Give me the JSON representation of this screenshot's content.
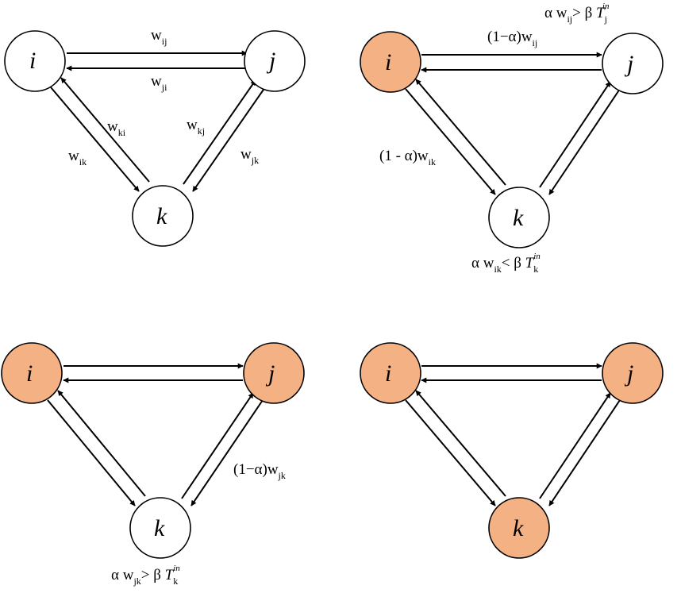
{
  "colors": {
    "activated": "#f4b183",
    "inactive": "#ffffff",
    "stroke": "#000000"
  },
  "panels": [
    {
      "nodes": {
        "i": "i",
        "j": "j",
        "k": "k"
      },
      "activated": [],
      "edge_labels": {
        "ij": {
          "base": "w",
          "sub": "ij"
        },
        "ji": {
          "base": "w",
          "sub": "ji"
        },
        "ki": {
          "base": "w",
          "sub": "ki"
        },
        "ik": {
          "base": "w",
          "sub": "ik"
        },
        "kj": {
          "base": "w",
          "sub": "kj"
        },
        "jk": {
          "base": "w",
          "sub": "jk"
        }
      }
    },
    {
      "nodes": {
        "i": "i",
        "j": "j",
        "k": "k"
      },
      "activated": [
        "i"
      ],
      "edge_labels": {
        "ij": {
          "pre": "(1−α)w",
          "sub": "ij"
        },
        "ik": {
          "pre": "(1 - α)w",
          "sub": "ik"
        }
      },
      "conditions": [
        {
          "pre": "α w",
          "sub": "ij",
          "op": "> β ",
          "T": "T",
          "Tsub": "j",
          "Tsup": "in"
        },
        {
          "pre": "α w",
          "sub": "ik",
          "op": "< β ",
          "T": "T",
          "Tsub": "k",
          "Tsup": "in"
        }
      ]
    },
    {
      "nodes": {
        "i": "i",
        "j": "j",
        "k": "k"
      },
      "activated": [
        "i",
        "j"
      ],
      "edge_labels": {
        "jk": {
          "pre": "(1−α)w",
          "sub": "jk"
        }
      },
      "conditions": [
        {
          "pre": "α w",
          "sub": "jk",
          "op": "> β ",
          "T": "T",
          "Tsub": "k",
          "Tsup": "in"
        }
      ]
    },
    {
      "nodes": {
        "i": "i",
        "j": "j",
        "k": "k"
      },
      "activated": [
        "i",
        "j",
        "k"
      ]
    }
  ]
}
